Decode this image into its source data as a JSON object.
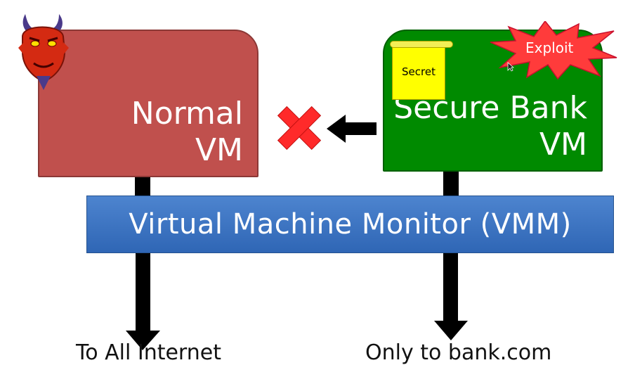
{
  "normal_vm": {
    "label": "Normal\nVM"
  },
  "bank_vm": {
    "label": "Secure Bank\nVM"
  },
  "vmm": {
    "label": "Virtual Machine Monitor (VMM)"
  },
  "destinations": {
    "left": "To All Internet",
    "right": "Only to bank.com"
  },
  "secret": {
    "label": "Secret"
  },
  "exploit": {
    "label": "Exploit"
  },
  "icons": [
    "devil-icon",
    "blocked-x-icon",
    "cursor-icon"
  ],
  "colors": {
    "normal_vm": "#c0504d",
    "bank_vm": "#008a00",
    "vmm": "#3a70c0",
    "exploit_burst": "#ff3b3b",
    "secret_note": "#ffff00",
    "block_x": "#ff2a2a"
  }
}
